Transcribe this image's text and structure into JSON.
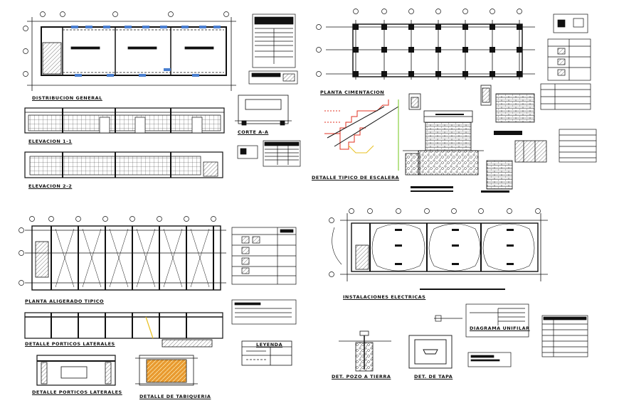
{
  "sheet": {
    "background": "#ffffff",
    "line_color": "#111111",
    "accent_colors": {
      "stair_red": "#e03020",
      "hatch_yellow": "#e8c020",
      "window_blue": "#4a7fd0",
      "fill_orange": "#e89a30"
    }
  },
  "labels": {
    "distribucion_general": "DISTRIBUCION GENERAL",
    "elevacion_1": "ELEVACION 1-1",
    "elevacion_2": "ELEVACION 2-2",
    "corte_a": "CORTE A-A",
    "planta_cimentacion": "PLANTA CIMENTACION",
    "detalle_escalera": "DETALLE TIPICO DE ESCALERA",
    "planta_aligerado": "PLANTA ALIGERADO TIPICO",
    "detalle_porticos_1": "DETALLE PORTICOS LATERALES",
    "detalle_porticos_2": "DETALLE PORTICOS LATERALES",
    "detalle_tabiqueria": "DETALLE DE TABIQUERIA",
    "instalaciones_electricas": "INSTALACIONES ELECTRICAS",
    "pozo_tierra": "DET. POZO A TIERRA",
    "det_tapa": "DET. DE TAPA",
    "diagrama_unifilar": "DIAGRAMA UNIFILAR",
    "leyenda": "LEYENDA"
  }
}
